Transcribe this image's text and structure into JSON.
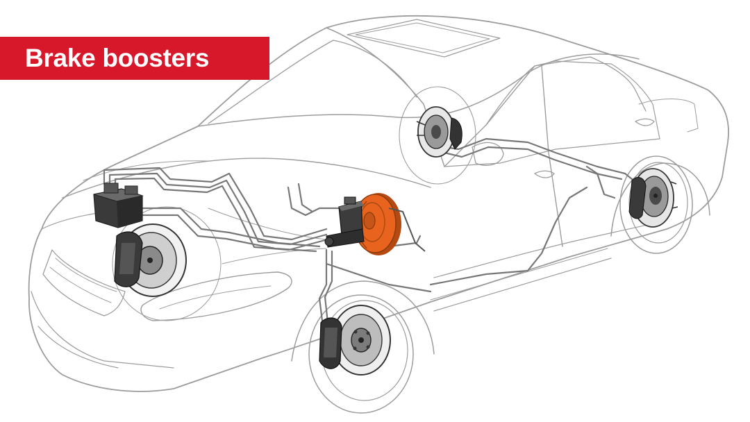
{
  "title": {
    "text": "Brake boosters",
    "background_color": "#d7182a",
    "text_color": "#ffffff"
  },
  "colors": {
    "outline": "#9c9c9c",
    "highlight": "#e8641e",
    "component_dark": "#3a3a3a",
    "brake_line": "#777777"
  },
  "highlighted_component": "brake-booster",
  "components": [
    "car-body-outline",
    "brake-booster",
    "master-cylinder",
    "abs-modulator",
    "brake-lines",
    "front-left-disc-brake",
    "front-right-disc-brake",
    "rear-left-brake",
    "rear-right-brake"
  ]
}
